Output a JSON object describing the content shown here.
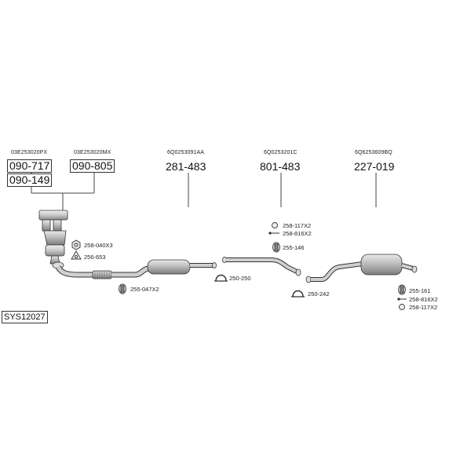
{
  "oem_codes": {
    "manifold_a": "03E253020PX",
    "manifold_b": "03E253020MX",
    "middle_silencer": "6Q0253091AA",
    "middle_pipe": "6Q0253201C",
    "rear_silencer": "6Q6253609BQ"
  },
  "part_numbers": {
    "p090_717": "090-717",
    "p090_805": "090-805",
    "p090_149": "090-149",
    "p281_483": "281-483",
    "p801_483": "801-483",
    "p227_019": "227-019"
  },
  "fittings": {
    "f258_040x3": "258-040X3",
    "f256_653": "256-653",
    "f255_047x2": "255-047X2",
    "f250_250": "250-250",
    "f258_117x2_top": "258-117X2",
    "f258_816x2_top": "258-816X2",
    "f255_146": "255-146",
    "f250_242": "250-242",
    "f255_161": "255-161",
    "f258_816x2_bot": "258-816X2",
    "f258_117x2_bot": "258-117X2"
  },
  "system_code": "SYS12027"
}
